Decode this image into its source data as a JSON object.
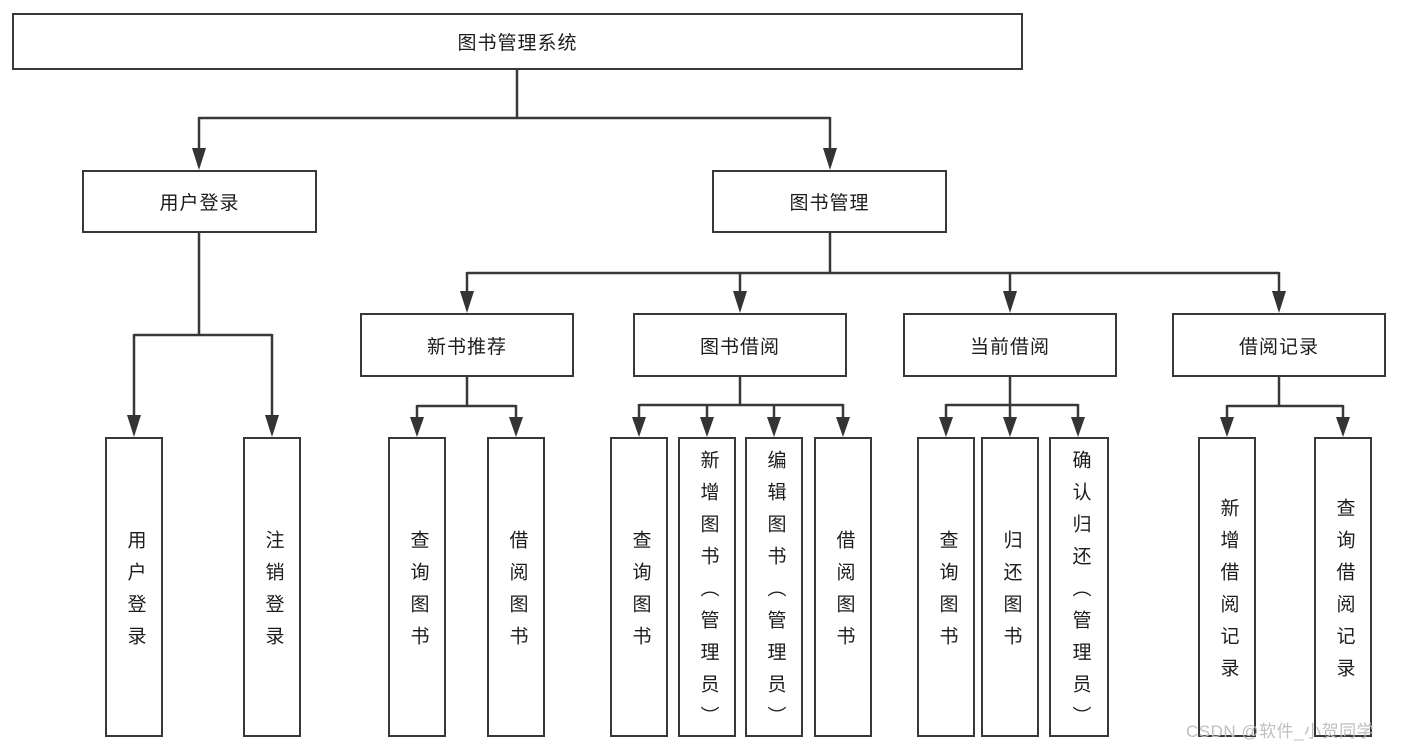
{
  "diagram": {
    "root": {
      "label": "图书管理系统"
    },
    "level2": {
      "user_login": {
        "label": "用户登录"
      },
      "book_mgmt": {
        "label": "图书管理"
      }
    },
    "level3": {
      "new_book_rec": {
        "label": "新书推荐"
      },
      "book_borrow": {
        "label": "图书借阅"
      },
      "current_borrow": {
        "label": "当前借阅"
      },
      "borrow_record": {
        "label": "借阅记录"
      }
    },
    "leaves": [
      {
        "label": "用户登录"
      },
      {
        "label": "注销登录"
      },
      {
        "label": "查询图书"
      },
      {
        "label": "借阅图书"
      },
      {
        "label": "查询图书"
      },
      {
        "label": "新增图书（管理员）"
      },
      {
        "label": "编辑图书（管理员）"
      },
      {
        "label": "借阅图书"
      },
      {
        "label": "查询图书"
      },
      {
        "label": "归还图书"
      },
      {
        "label": "确认归还（管理员）"
      },
      {
        "label": "新增借阅记录"
      },
      {
        "label": "查询借阅记录"
      }
    ]
  },
  "colors": {
    "line": "#383838",
    "box_border": "#383838",
    "text": "#1c1c1c",
    "watermark": "#bfbfbf",
    "background": "#ffffff"
  },
  "watermark": "CSDN @软件_小贺同学"
}
